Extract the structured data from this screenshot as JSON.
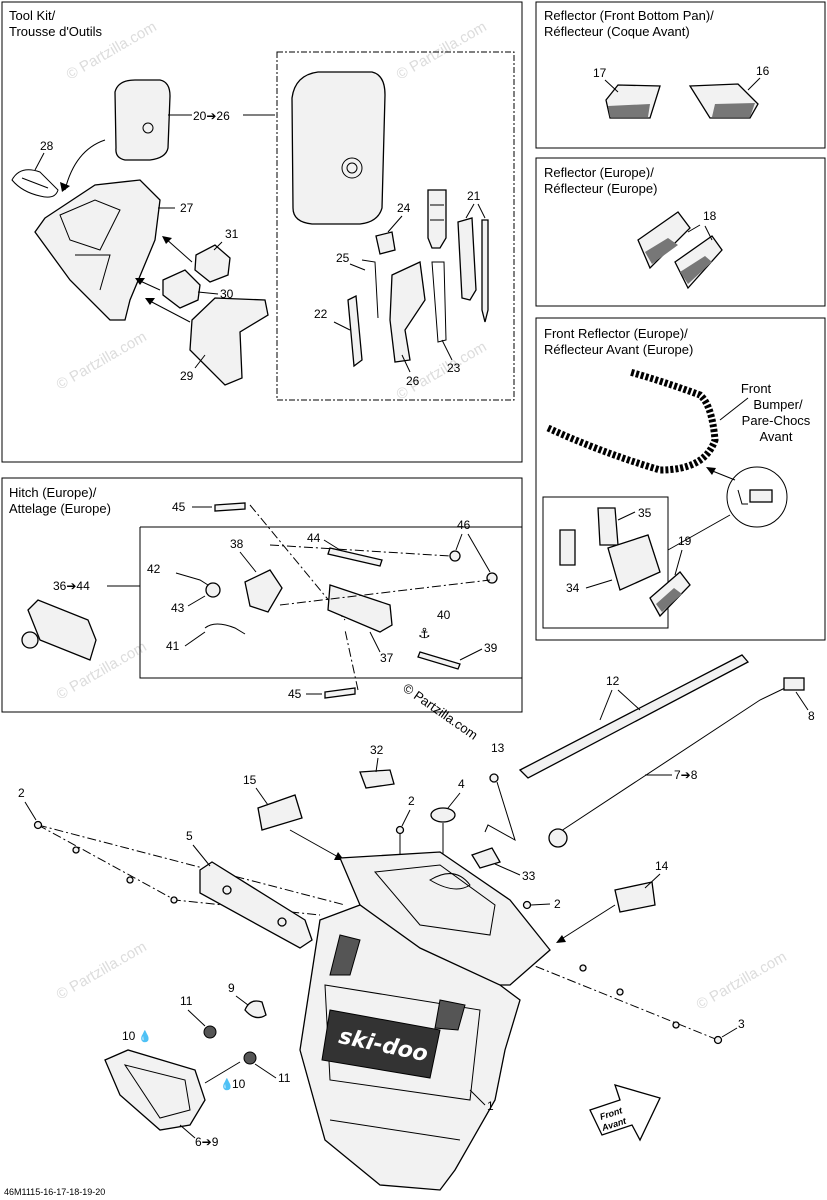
{
  "panels": {
    "tool_kit": {
      "line1": "Tool Kit/",
      "line2": "Trousse d'Outils"
    },
    "reflector_front_bottom": {
      "line1": "Reflector (Front Bottom Pan)/",
      "line2": "Réflecteur (Coque Avant)"
    },
    "reflector_europe": {
      "line1": "Reflector (Europe)/",
      "line2": "Réflecteur (Europe)"
    },
    "front_reflector_europe": {
      "line1": "Front Reflector (Europe)/",
      "line2": "Réflecteur Avant (Europe)"
    },
    "front_bumper": {
      "line1": "Front",
      "line2": "Bumper/",
      "line3": "Pare-Chocs",
      "line4": "Avant"
    },
    "hitch_europe": {
      "line1": "Hitch (Europe)/",
      "line2": "Attelage (Europe)"
    }
  },
  "callouts": {
    "c20_26": "20➔26",
    "c28": "28",
    "c27": "27",
    "c31": "31",
    "c30": "30",
    "c29": "29",
    "c24": "24",
    "c21": "21",
    "c25": "25",
    "c22": "22",
    "c26": "26",
    "c23": "23",
    "c17": "17",
    "c16": "16",
    "c18": "18",
    "c35": "35",
    "c19": "19",
    "c34": "34",
    "c45a": "45",
    "c44": "44",
    "c46": "46",
    "c38": "38",
    "c42": "42",
    "c36_44": "36➔44",
    "c43": "43",
    "c40": "40",
    "c41": "41",
    "c39": "39",
    "c37": "37",
    "c45b": "45",
    "c12": "12",
    "c8a": "8",
    "c13": "13",
    "c7_8": "7➔8",
    "c32": "32",
    "c15": "15",
    "c4": "4",
    "c2a": "2",
    "c2b": "2",
    "c2c": "2",
    "c5": "5",
    "c33": "33",
    "c14": "14",
    "c9": "9",
    "c11a": "11",
    "c10a": "10",
    "c3": "3",
    "c10b": "10",
    "c11b": "11",
    "c1": "1",
    "c6_9": "6➔9"
  },
  "logo_text": "ski-doo",
  "front_arrow": {
    "line1": "Front",
    "line2": "Avant"
  },
  "copyright": "© Partzilla.com",
  "watermark": "© Partzilla.com",
  "figure_code": "46M1115-16-17-18-19-20"
}
